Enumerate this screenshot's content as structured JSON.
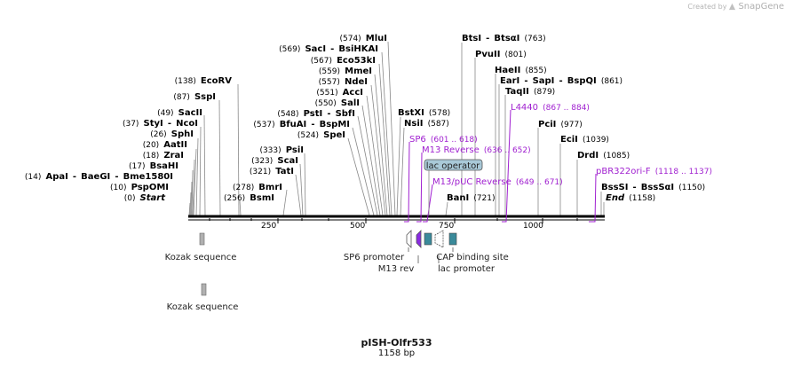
{
  "credit": {
    "created_by": "Created by",
    "brand": "SnapGene"
  },
  "map": {
    "name": "pISH-Olfr533",
    "length_label": "1158 bp"
  },
  "ticks": [
    "250",
    "500",
    "750",
    "1000"
  ],
  "sites": [
    {
      "pos": "(574)",
      "name": "MluI"
    },
    {
      "pos": "(569)",
      "name": "SacI",
      "sep": "-",
      "name2": "BsiHKAI"
    },
    {
      "pos": "(567)",
      "name": "Eco53kI"
    },
    {
      "pos": "(559)",
      "name": "MmeI"
    },
    {
      "pos": "(557)",
      "name": "NdeI"
    },
    {
      "pos": "(551)",
      "name": "AccI"
    },
    {
      "pos": "(550)",
      "name": "SalI"
    },
    {
      "pos": "(548)",
      "name": "PstI",
      "sep": "-",
      "name2": "SbfI"
    },
    {
      "pos": "(537)",
      "name": "BfuAI",
      "sep": "-",
      "name2": "BspMI"
    },
    {
      "pos": "(524)",
      "name": "SpeI"
    },
    {
      "pos": "(333)",
      "name": "PsiI"
    },
    {
      "pos": "(323)",
      "name": "ScaI"
    },
    {
      "pos": "(321)",
      "name": "TatI"
    },
    {
      "pos": "(278)",
      "name": "BmrI"
    },
    {
      "pos": "(256)",
      "name": "BsmI"
    },
    {
      "pos": "(138)",
      "name": "EcoRV"
    },
    {
      "pos": "(87)",
      "name": "SspI"
    },
    {
      "pos": "(49)",
      "name": "SacII"
    },
    {
      "pos": "(37)",
      "name": "StyI",
      "sep": "-",
      "name2": "NcoI"
    },
    {
      "pos": "(26)",
      "name": "SphI"
    },
    {
      "pos": "(20)",
      "name": "AatII"
    },
    {
      "pos": "(18)",
      "name": "ZraI"
    },
    {
      "pos": "(17)",
      "name": "BsaHI"
    },
    {
      "pos": "(14)",
      "name": "ApaI",
      "sep": "-",
      "name2": "BaeGI",
      "sep2": "-",
      "name3": "Bme1580I"
    },
    {
      "pos": "(10)",
      "name": "PspOMI"
    },
    {
      "pos": "(0)",
      "name": "Start"
    },
    {
      "name": "BtsI",
      "sep": "-",
      "name2": "BtsαI",
      "pos": "(763)"
    },
    {
      "name": "PvuII",
      "pos": "(801)"
    },
    {
      "name": "HaeII",
      "pos": "(855)"
    },
    {
      "name": "EarI",
      "sep": "-",
      "name2": "SapI",
      "sep2": "-",
      "name3": "BspQI",
      "pos": "(861)"
    },
    {
      "name": "TaqII",
      "pos": "(879)"
    },
    {
      "name": "BstXI",
      "pos": "(578)"
    },
    {
      "name": "NsiI",
      "pos": "(587)"
    },
    {
      "name": "PciI",
      "pos": "(977)"
    },
    {
      "name": "EciI",
      "pos": "(1039)"
    },
    {
      "name": "DrdI",
      "pos": "(1085)"
    },
    {
      "name": "BanI",
      "pos": "(721)"
    },
    {
      "name": "BssSI",
      "sep": "-",
      "name2": "BssSαI",
      "pos": "(1150)"
    },
    {
      "name": "End",
      "pos": "(1158)"
    }
  ],
  "primers": [
    {
      "name": "L4440",
      "range": "(867 .. 884)"
    },
    {
      "name": "SP6",
      "range": "(601 .. 618)"
    },
    {
      "name": "M13 Reverse",
      "range": "(636 .. 652)"
    },
    {
      "name": "M13/pUC Reverse",
      "range": "(649 .. 671)"
    },
    {
      "name": "pBR322ori-F",
      "range": "(1118 .. 1137)"
    }
  ],
  "features": [
    {
      "label": "lac operator"
    },
    {
      "label": "Kozak sequence"
    },
    {
      "label": "Kozak sequence"
    },
    {
      "label": "SP6 promoter"
    },
    {
      "label": "M13 rev"
    },
    {
      "label": "CAP binding site"
    },
    {
      "label": "lac promoter"
    }
  ],
  "colors": {
    "backbone": "#000000",
    "primer": "#a020d0",
    "lac_operator_fill": "#a9c9d8",
    "teal_feature": "#3a8a9a",
    "kozak": "#b0b0b0",
    "m13_rev": "#8a2be2"
  }
}
